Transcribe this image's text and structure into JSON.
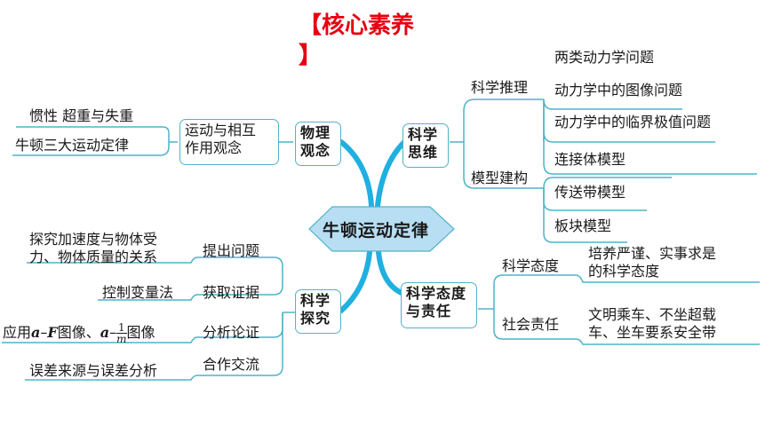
{
  "title": {
    "line1": "【核心素养",
    "line2": "】"
  },
  "center": {
    "label": "牛顿运动定律"
  },
  "colors": {
    "accent": "#1fb0e0",
    "box_border": "#4fb3c8",
    "center_fill": "#b7def2",
    "title": "#e60012"
  },
  "branches": {
    "physics_concept": {
      "label_line1": "物理",
      "label_line2": "观念",
      "sub": {
        "label_line1": "运动与相互",
        "label_line2": "作用观念"
      },
      "leaves": [
        "惯性  超重与失重",
        "牛顿三大运动定律"
      ]
    },
    "scientific_thinking": {
      "label_line1": "科学",
      "label_line2": "思维",
      "groups": [
        {
          "label": "科学推理",
          "leaves": [
            "两类动力学问题",
            "动力学中的图像问题",
            "动力学中的临界极值问题"
          ]
        },
        {
          "label": "模型建构",
          "leaves": [
            "连接体模型",
            "传送带模型",
            "板块模型"
          ]
        }
      ]
    },
    "scientific_inquiry": {
      "label_line1": "科学",
      "label_line2": "探究",
      "groups": [
        {
          "label": "提出问题",
          "leaf_line1": "探究加速度与物体受",
          "leaf_line2": "力、物体质量的关系"
        },
        {
          "label": "获取证据",
          "leaf": "控制变量法"
        },
        {
          "label": "分析论证",
          "leaf_prefix": "应用",
          "leaf_var1": "a",
          "leaf_dash1": "–",
          "leaf_var2": "F",
          "leaf_mid": "图像、",
          "leaf_var3": "a",
          "leaf_dash2": "–",
          "frac_num": "1",
          "frac_den": "m",
          "leaf_suffix": "图像"
        },
        {
          "label": "合作交流",
          "leaf": "误差来源与误差分析"
        }
      ]
    },
    "attitude_responsibility": {
      "label_line1": "科学态度",
      "label_line2": "与责任",
      "groups": [
        {
          "label": "科学态度",
          "leaf_line1": "培养严谨、实事求是",
          "leaf_line2": "的科学态度"
        },
        {
          "label": "社会责任",
          "leaf_line1": "文明乘车、不坐超载",
          "leaf_line2": "车、坐车要系安全带"
        }
      ]
    }
  }
}
